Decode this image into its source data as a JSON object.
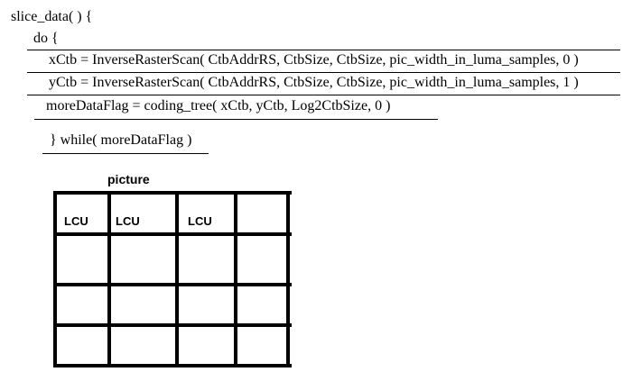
{
  "syntax": {
    "lines": [
      "slice_data( ) {",
      "do {",
      "xCtb = InverseRasterScan( CtbAddrRS, CtbSize, CtbSize, pic_width_in_luma_samples, 0 )",
      "yCtb = InverseRasterScan( CtbAddrRS, CtbSize, CtbSize, pic_width_in_luma_samples, 1 )",
      "moreDataFlag = coding_tree( xCtb, yCtb, Log2CtbSize, 0 )",
      "} while( moreDataFlag )"
    ]
  },
  "picture": {
    "title": "picture",
    "rows": 4,
    "cols": 4,
    "labels": [
      "LCU",
      "LCU",
      "LCU"
    ]
  }
}
